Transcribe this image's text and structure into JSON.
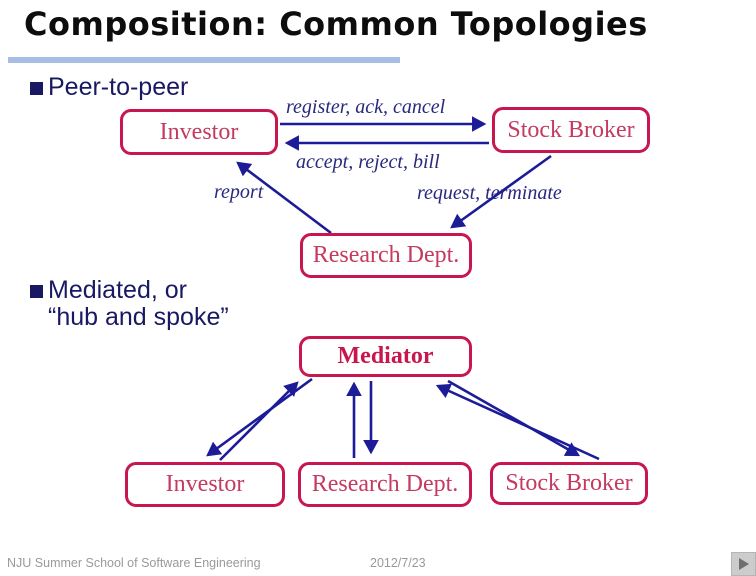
{
  "slide": {
    "title": "Composition: Common Topologies",
    "bullets": {
      "peer": {
        "label": "Peer-to-peer"
      },
      "mediated": {
        "line1": "Mediated, or",
        "line2": "“hub and spoke”"
      }
    }
  },
  "p2p": {
    "nodes": {
      "investor": {
        "label": "Investor"
      },
      "broker": {
        "label": "Stock Broker"
      },
      "research": {
        "label": "Research Dept."
      }
    },
    "edges": {
      "register": {
        "label": "register, ack, cancel"
      },
      "accept": {
        "label": "accept, reject, bill"
      },
      "report": {
        "label": "report"
      },
      "request": {
        "label": "request, terminate"
      }
    }
  },
  "hub": {
    "center": {
      "label": "Mediator"
    },
    "nodes": {
      "investor": {
        "label": "Investor"
      },
      "research": {
        "label": "Research Dept."
      },
      "broker": {
        "label": "Stock Broker"
      }
    }
  },
  "footer": {
    "school": "NJU Summer School of Software Engineering",
    "date": "2012/7/23",
    "nav_icon": "forward-arrow-icon"
  },
  "colors": {
    "node_border": "#c8174e",
    "node_text": "#c43a60",
    "arrow_blue": "#1c1c99",
    "edge_label_navy": "#28287e",
    "bullet_navy": "#191963",
    "underline_blue": "#a8bde6",
    "footer_gray": "#9a9a9a"
  }
}
